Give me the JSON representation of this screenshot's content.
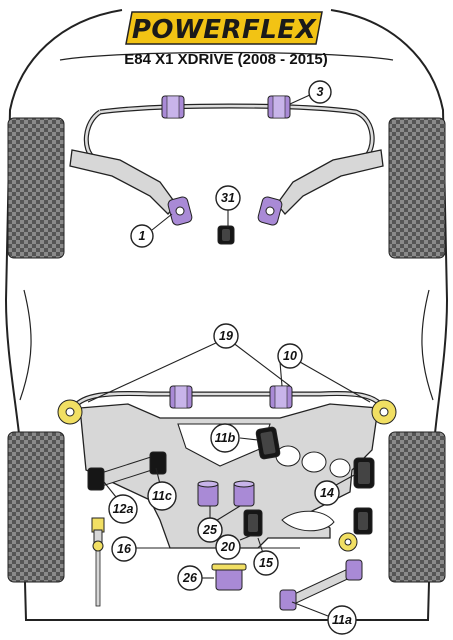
{
  "header": {
    "brand": "POWERFLEX",
    "model_title": "E84 X1 XDRIVE (2008 - 2015)"
  },
  "colors": {
    "brand_yellow": "#f2c314",
    "bush_purple": "#a98ad6",
    "bush_black": "#161616",
    "bush_yellow": "#f1df63",
    "metal_grey": "#d7d7d7",
    "outline": "#222222"
  },
  "callouts": [
    {
      "id": "c-3",
      "label": "3"
    },
    {
      "id": "c-1",
      "label": "1"
    },
    {
      "id": "c-31",
      "label": "31"
    },
    {
      "id": "c-19",
      "label": "19"
    },
    {
      "id": "c-10",
      "label": "10"
    },
    {
      "id": "c-11b",
      "label": "11b"
    },
    {
      "id": "c-12a",
      "label": "12a"
    },
    {
      "id": "c-11c",
      "label": "11c"
    },
    {
      "id": "c-14",
      "label": "14"
    },
    {
      "id": "c-25",
      "label": "25"
    },
    {
      "id": "c-20",
      "label": "20"
    },
    {
      "id": "c-16",
      "label": "16"
    },
    {
      "id": "c-15",
      "label": "15"
    },
    {
      "id": "c-26",
      "label": "26"
    },
    {
      "id": "c-11a",
      "label": "11a"
    }
  ]
}
